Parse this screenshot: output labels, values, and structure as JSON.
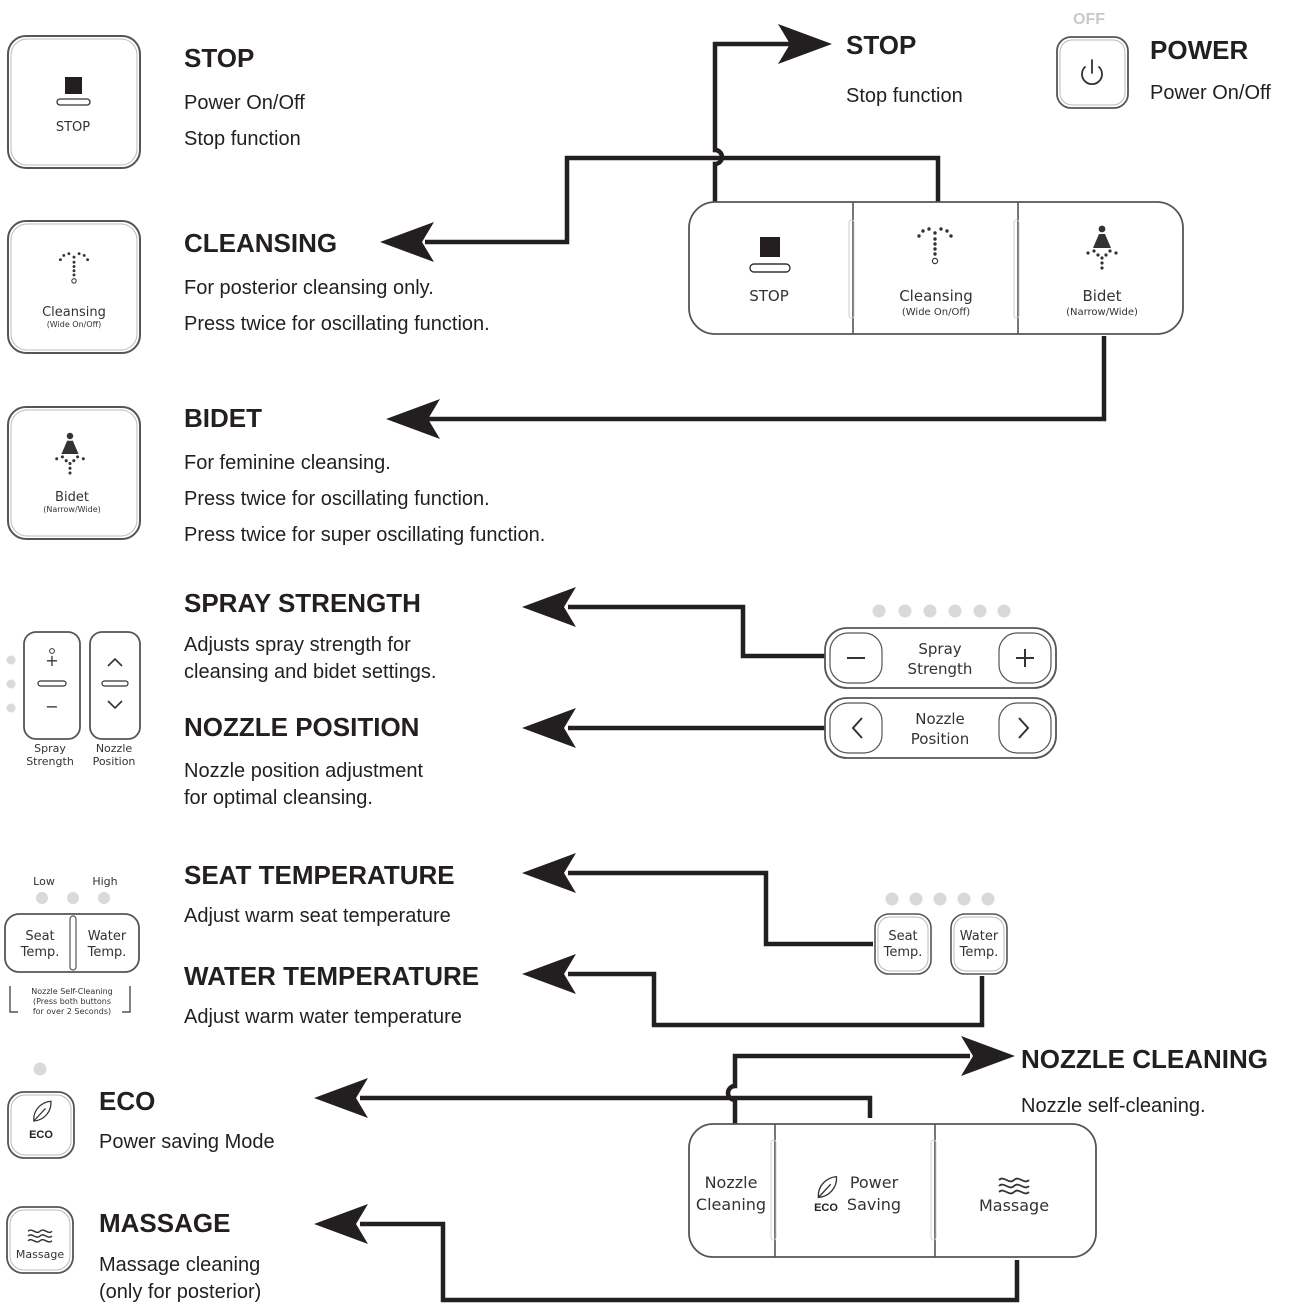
{
  "descriptions": {
    "stop": {
      "title": "STOP",
      "lines": [
        "Power On/Off",
        "Stop function"
      ]
    },
    "cleansing": {
      "title": "CLEANSING",
      "lines": [
        "For posterior cleansing only.",
        "Press twice for oscillating function."
      ]
    },
    "bidet": {
      "title": "BIDET",
      "lines": [
        "For feminine cleansing.",
        "Press twice for oscillating function.",
        "Press twice for super oscillating function."
      ]
    },
    "spray_strength": {
      "title": "SPRAY STRENGTH",
      "lines": [
        "Adjusts spray strength for",
        "cleansing and bidet settings."
      ]
    },
    "nozzle_position": {
      "title": "NOZZLE POSITION",
      "lines": [
        "Nozzle position adjustment",
        "for optimal cleansing."
      ]
    },
    "seat_temperature": {
      "title": "SEAT TEMPERATURE",
      "lines": [
        "Adjust warm seat temperature"
      ]
    },
    "water_temperature": {
      "title": "WATER TEMPERATURE",
      "lines": [
        "Adjust warm water temperature"
      ]
    },
    "eco": {
      "title": "ECO",
      "lines": [
        "Power saving Mode"
      ]
    },
    "massage": {
      "title": "MASSAGE",
      "lines": [
        "Massage cleaning",
        "(only for posterior)"
      ]
    },
    "stop_right": {
      "title": "STOP",
      "lines": [
        "Stop function"
      ]
    },
    "power": {
      "title": "POWER",
      "lines": [
        "Power On/Off"
      ]
    },
    "nozzle_cleaning": {
      "title": "NOZZLE CLEANING",
      "lines": [
        "Nozzle self-cleaning."
      ]
    }
  },
  "buttons": {
    "stop": "STOP",
    "cleansing": "Cleansing",
    "cleansing_sub": "(Wide On/Off)",
    "bidet": "Bidet",
    "bidet_sub": "(Narrow/Wide)",
    "spray": "Spray",
    "strength": "Strength",
    "nozzle": "Nozzle",
    "position": "Position",
    "seat": "Seat",
    "water": "Water",
    "temp": "Temp.",
    "low": "Low",
    "high": "High",
    "nozzle_self_cleaning": [
      "Nozzle Self-Cleaning",
      "(Press both buttons",
      "for over 2 Seconds)"
    ],
    "off": "OFF",
    "eco": "ECO",
    "power": "Power",
    "saving": "Saving",
    "massage": "Massage",
    "cleaning": "Cleaning"
  },
  "colors": {
    "ink": "#231f20",
    "indicator": "#d9d9d9",
    "outline": "#555555"
  }
}
